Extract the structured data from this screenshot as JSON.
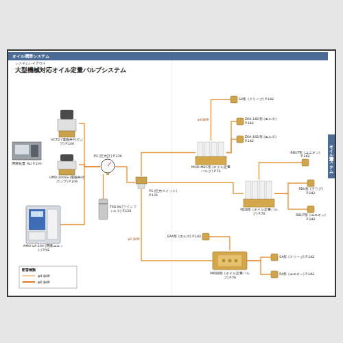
{
  "diagram": {
    "title": "大型機械対応オイル定量バルブシステム",
    "nodes": [
      {
        "text": [
          "オイル潤滑システム"
        ]
      },
      {
        "text": [
          "オイル潤滑システム"
        ]
      },
      {
        "text": [
          "潤滑装置 ALI P.100"
        ]
      },
      {
        "text": [
          "VCTD (電磁弁付ポンプ) P.106"
        ]
      },
      {
        "text": [
          "UMD-100SS (電磁弁付ポンプ) P.106"
        ]
      },
      {
        "text": [
          "AMO-LA-100 (潤滑ユニット) P.92"
        ]
      },
      {
        "text": [
          "PG (圧力計) P.136"
        ]
      },
      {
        "text": [
          "FXS-IN (ラインフィルタ) P.138"
        ]
      },
      {
        "text": [
          "PS (圧力スイッチ) P.136"
        ]
      },
      {
        "text": [
          "MOD-M2C形 (オイル定量バルブ) P.76"
        ]
      },
      {
        "text": [
          "MDB形 (オイル定量バルブ) P.78"
        ]
      },
      {
        "text": [
          "MKBB形 (オイル定量バルブ) P.76"
        ]
      },
      {
        "text": [
          "SA形 (スリーブ) P.142"
        ]
      },
      {
        "text": [
          "EKA-14D形 (エルボ) P.142"
        ]
      },
      {
        "text": [
          "EKA-16D形 (エルボ) P.142"
        ]
      },
      {
        "text": [
          "RBUT形 (ユニオン) P.142"
        ]
      },
      {
        "text": [
          "PBH形 (プラグ) P.142"
        ]
      },
      {
        "text": [
          "RBUT形 (ユニオン) P.142"
        ]
      },
      {
        "text": [
          "EAA形 (エルボ) P.142"
        ]
      },
      {
        "text": [
          "SA形 (スリーブ) P.142"
        ]
      },
      {
        "text": [
          "RA形 (ユニオン) P.142"
        ]
      }
    ],
    "edges": [
      {
        "from": 3,
        "to": 6,
        "arrow": "none"
      },
      {
        "from": 4,
        "to": 6,
        "arrow": "none"
      },
      {
        "from": 5,
        "to": 6,
        "arrow": "none"
      },
      {
        "from": 7,
        "to": 6,
        "arrow": "none"
      },
      {
        "from": 6,
        "to": 8,
        "arrow": "none"
      },
      {
        "from": 8,
        "to": 9,
        "arrow": "none"
      },
      {
        "from": 8,
        "to": 10,
        "arrow": "none"
      },
      {
        "from": 8,
        "to": 11,
        "label": "φ6 銅管",
        "arrow": "none"
      },
      {
        "from": 9,
        "to": 12,
        "label": "φ4 銅管",
        "arrow": "none"
      },
      {
        "from": 9,
        "to": 13,
        "arrow": "none"
      },
      {
        "from": 9,
        "to": 14,
        "arrow": "none"
      },
      {
        "from": 10,
        "to": 15,
        "arrow": "none"
      },
      {
        "from": 10,
        "to": 16,
        "arrow": "none"
      },
      {
        "from": 10,
        "to": 17,
        "arrow": "none"
      },
      {
        "from": 11,
        "to": 18,
        "arrow": "none"
      },
      {
        "from": 11,
        "to": 19,
        "arrow": "none"
      },
      {
        "from": 11,
        "to": 20,
        "arrow": "none"
      }
    ],
    "labels": [
      "システムレイアウト",
      "配管種類"
    ],
    "legend": [
      {
        "text": "φ4 銅管"
      },
      {
        "text": "φ6 銅管"
      }
    ]
  }
}
